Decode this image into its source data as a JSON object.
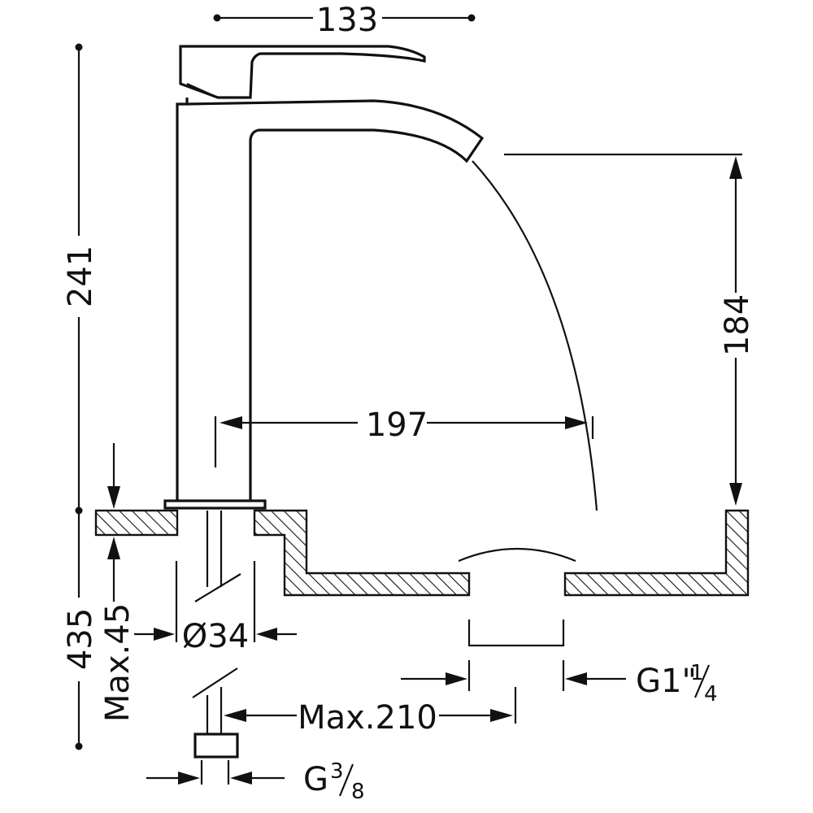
{
  "dimensions": {
    "width_top": "133",
    "height_total": "241",
    "spout_height": "184",
    "spout_reach": "197",
    "total_length": "435",
    "max_deck": "Max.45",
    "hole_diameter": "Ø34",
    "hose_length": "Max.210",
    "hose_thread_base": "G",
    "hose_thread_num": "3",
    "hose_thread_den": "8",
    "waste_thread_base": "G1\"",
    "waste_thread_num": "1",
    "waste_thread_den": "4"
  },
  "colors": {
    "line": "#111111",
    "background": "#ffffff"
  }
}
